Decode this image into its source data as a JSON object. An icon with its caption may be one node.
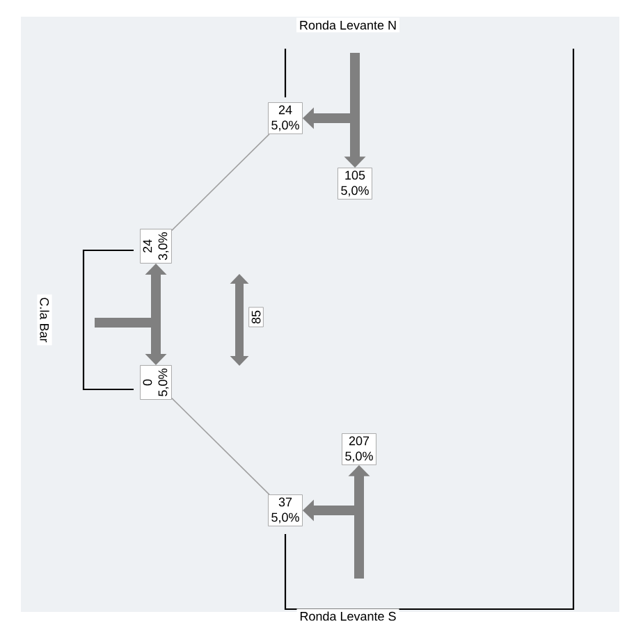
{
  "diagram": {
    "nodes": [
      {
        "text": [
          "24",
          "5,0%"
        ]
      },
      {
        "text": [
          "105",
          "5,0%"
        ]
      },
      {
        "text": [
          "24",
          "3,0%"
        ]
      },
      {
        "text": [
          "0",
          "5,0%"
        ]
      },
      {
        "text": [
          "85"
        ]
      },
      {
        "text": [
          "207",
          "5,0%"
        ]
      },
      {
        "text": [
          "37",
          "5,0%"
        ]
      }
    ],
    "edges": [
      {
        "from": null,
        "to": 1,
        "arrow": "to"
      },
      {
        "from": null,
        "to": 0,
        "arrow": "to"
      },
      {
        "from": null,
        "to": 6,
        "arrow": "to"
      },
      {
        "from": null,
        "to": 5,
        "arrow": "to"
      },
      {
        "from": null,
        "to": 2,
        "arrow": "to"
      },
      {
        "from": null,
        "to": 3,
        "arrow": "to"
      },
      {
        "from": 0,
        "to": 2,
        "arrow": "none"
      },
      {
        "from": 3,
        "to": 6,
        "arrow": "none"
      }
    ],
    "labels": [
      "Ronda Levante N",
      "C.la Bar",
      "Ronda Levante S"
    ]
  }
}
